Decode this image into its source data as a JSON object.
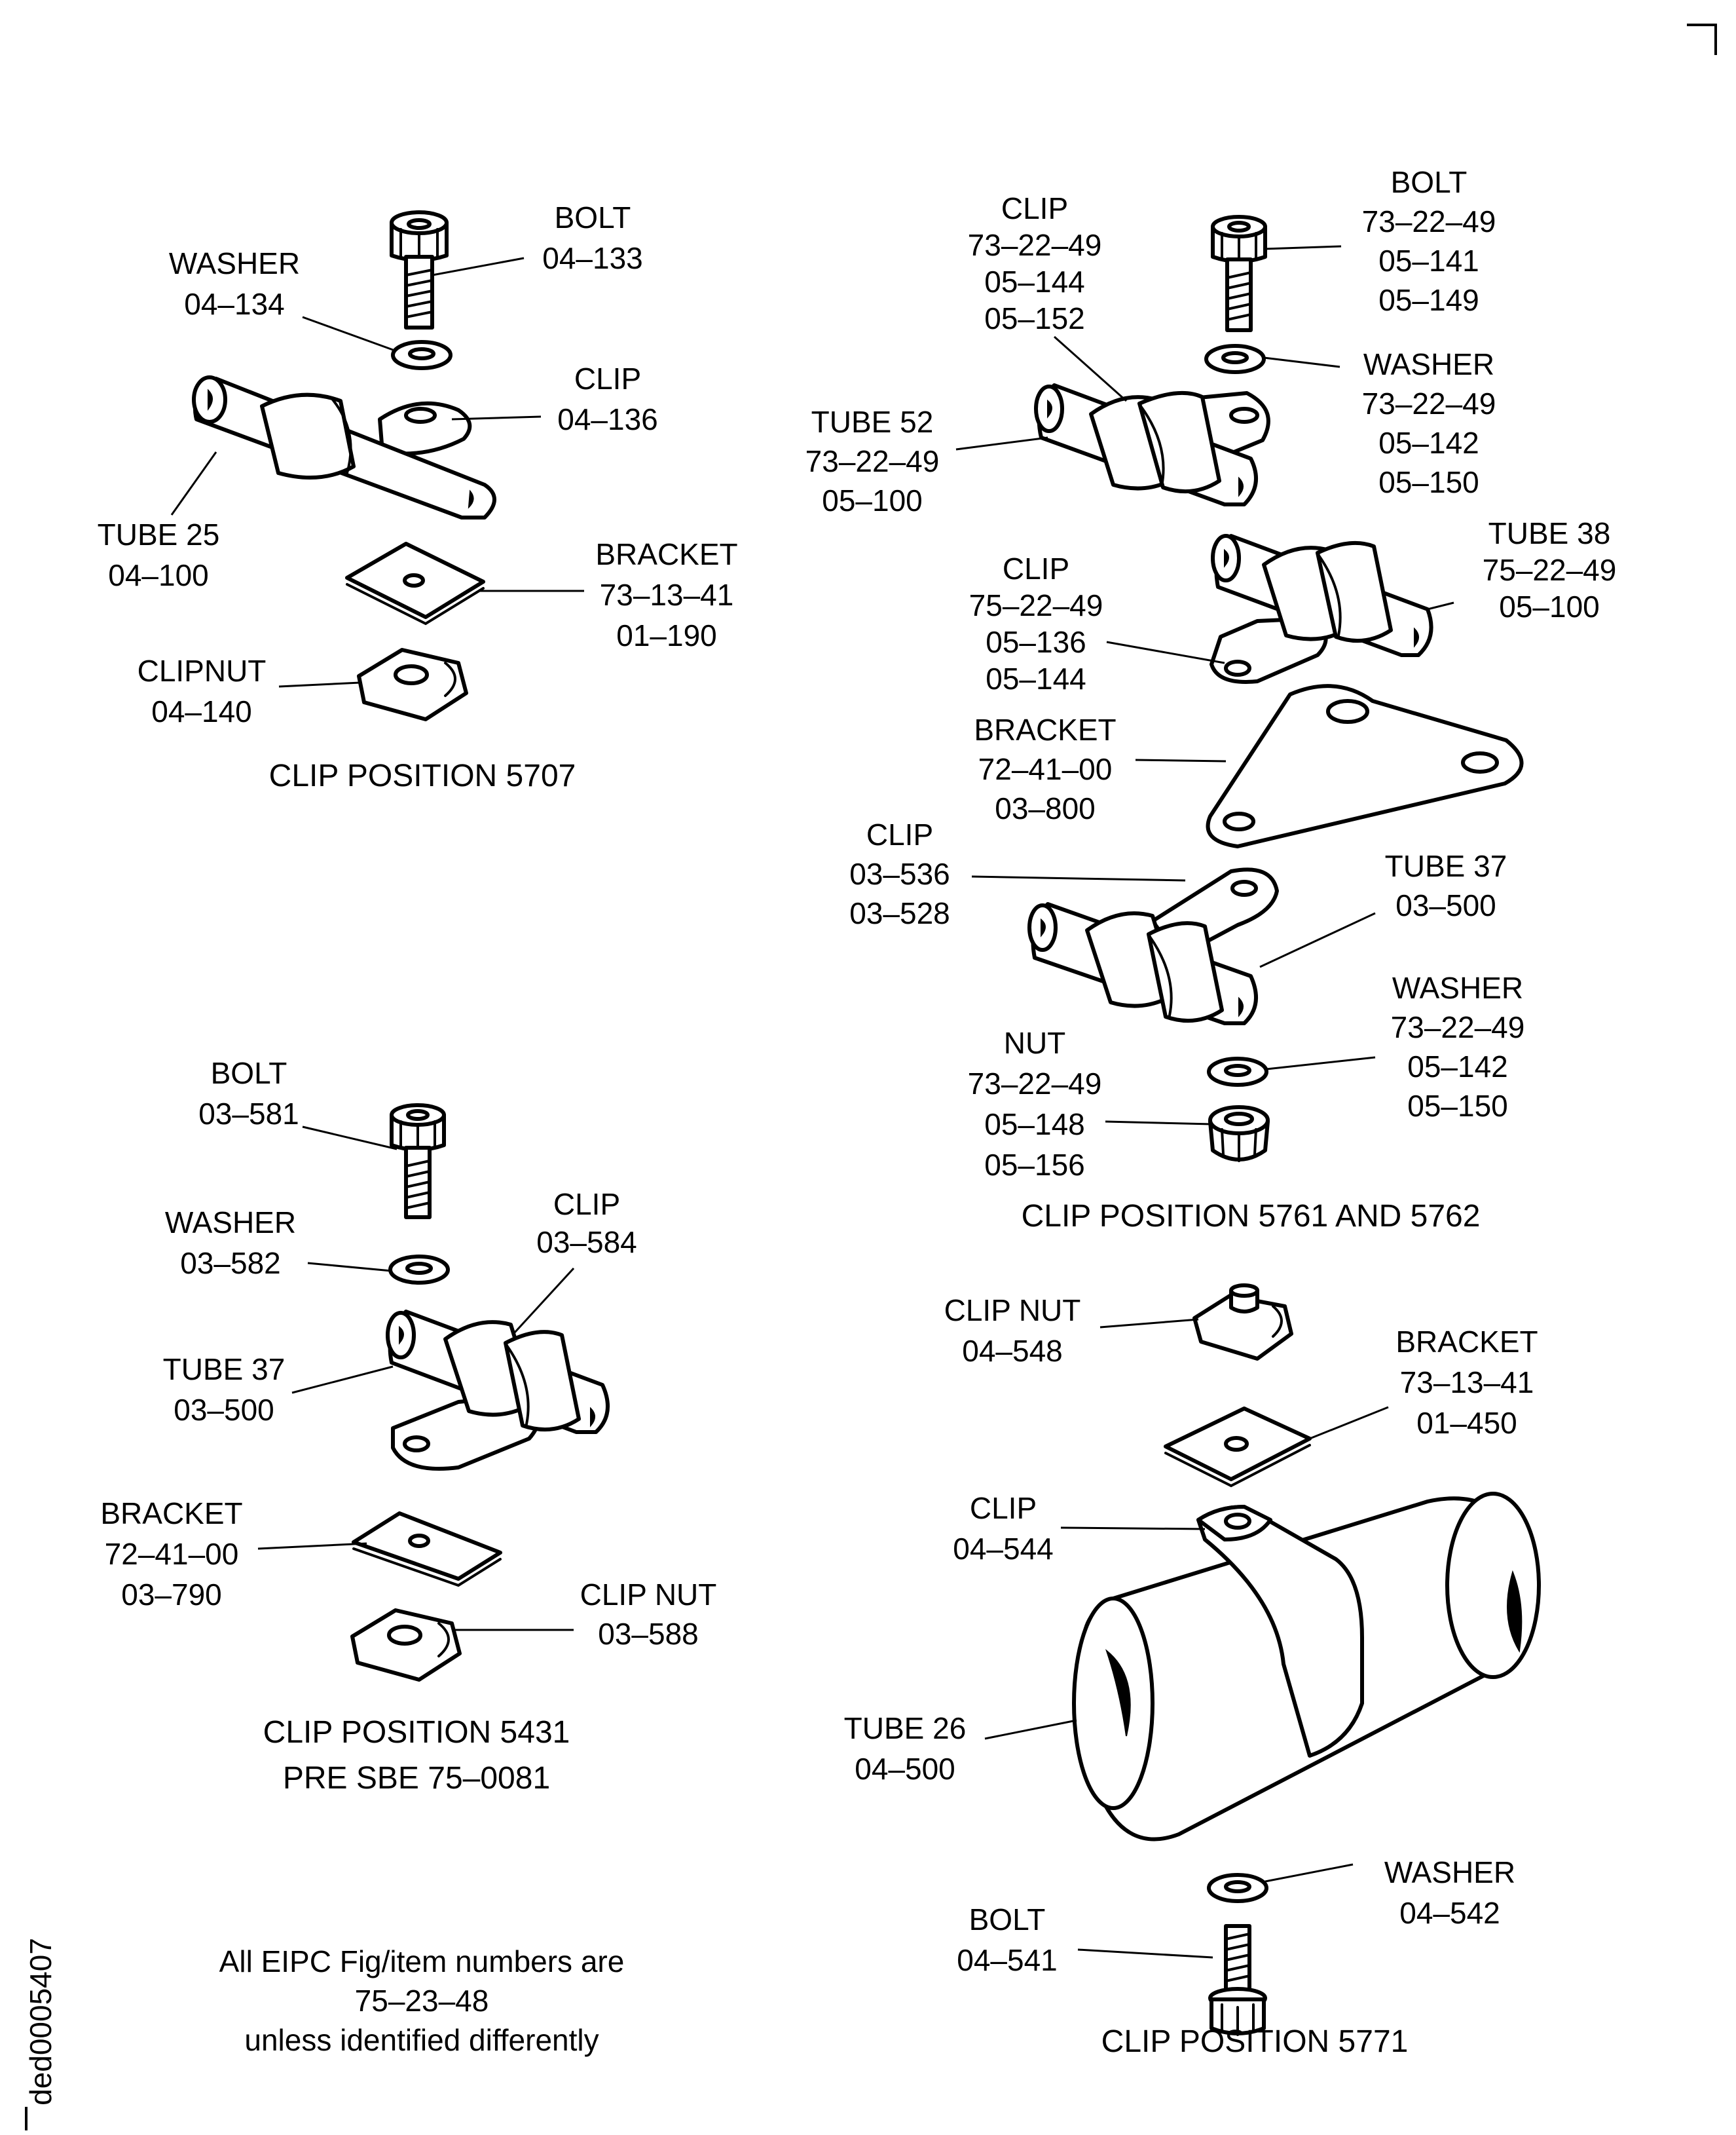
{
  "groups": [
    {
      "id": "5707",
      "title": [
        "CLIP POSITION 5707"
      ],
      "labels": [
        {
          "id": "bolt",
          "lines": [
            "BOLT",
            "04–133"
          ]
        },
        {
          "id": "washer",
          "lines": [
            "WASHER",
            "04–134"
          ]
        },
        {
          "id": "clip",
          "lines": [
            "CLIP",
            "04–136"
          ]
        },
        {
          "id": "tube",
          "lines": [
            "TUBE 25",
            "04–100"
          ]
        },
        {
          "id": "bracket",
          "lines": [
            "BRACKET",
            "73–13–41",
            "01–190"
          ]
        },
        {
          "id": "clipnut",
          "lines": [
            "CLIPNUT",
            "04–140"
          ]
        }
      ]
    },
    {
      "id": "5761-5762",
      "title": [
        "CLIP POSITION 5761 AND 5762"
      ],
      "labels": [
        {
          "id": "clip-top",
          "lines": [
            "CLIP",
            "73–22–49",
            "05–144",
            "05–152"
          ]
        },
        {
          "id": "bolt",
          "lines": [
            "BOLT",
            "73–22–49",
            "05–141",
            "05–149"
          ]
        },
        {
          "id": "washer-top",
          "lines": [
            "WASHER",
            "73–22–49",
            "05–142",
            "05–150"
          ]
        },
        {
          "id": "tube52",
          "lines": [
            "TUBE 52",
            "73–22–49",
            "05–100"
          ]
        },
        {
          "id": "tube38",
          "lines": [
            "TUBE 38",
            "75–22–49",
            "05–100"
          ]
        },
        {
          "id": "clip-mid",
          "lines": [
            "CLIP",
            "75–22–49",
            "05–136",
            "05–144"
          ]
        },
        {
          "id": "bracket",
          "lines": [
            "BRACKET",
            "72–41–00",
            "03–800"
          ]
        },
        {
          "id": "clip-low",
          "lines": [
            "CLIP",
            "03–536",
            "03–528"
          ]
        },
        {
          "id": "tube37",
          "lines": [
            "TUBE 37",
            "03–500"
          ]
        },
        {
          "id": "washer-low",
          "lines": [
            "WASHER",
            "73–22–49",
            "05–142",
            "05–150"
          ]
        },
        {
          "id": "nut",
          "lines": [
            "NUT",
            "73–22–49",
            "05–148",
            "05–156"
          ]
        }
      ]
    },
    {
      "id": "5431",
      "title": [
        "CLIP POSITION 5431",
        "PRE SBE 75–0081"
      ],
      "labels": [
        {
          "id": "bolt",
          "lines": [
            "BOLT",
            "03–581"
          ]
        },
        {
          "id": "washer",
          "lines": [
            "WASHER",
            "03–582"
          ]
        },
        {
          "id": "clip",
          "lines": [
            "CLIP",
            "03–584"
          ]
        },
        {
          "id": "tube37",
          "lines": [
            "TUBE 37",
            "03–500"
          ]
        },
        {
          "id": "bracket",
          "lines": [
            "BRACKET",
            "72–41–00",
            "03–790"
          ]
        },
        {
          "id": "clipnut",
          "lines": [
            "CLIP NUT",
            "03–588"
          ]
        }
      ]
    },
    {
      "id": "5771",
      "title": [
        "CLIP POSITION 5771"
      ],
      "labels": [
        {
          "id": "clipnut",
          "lines": [
            "CLIP NUT",
            "04–548"
          ]
        },
        {
          "id": "bracket",
          "lines": [
            "BRACKET",
            "73–13–41",
            "01–450"
          ]
        },
        {
          "id": "clip",
          "lines": [
            "CLIP",
            "04–544"
          ]
        },
        {
          "id": "tube26",
          "lines": [
            "TUBE 26",
            "04–500"
          ]
        },
        {
          "id": "washer",
          "lines": [
            "WASHER",
            "04–542"
          ]
        },
        {
          "id": "bolt",
          "lines": [
            "BOLT",
            "04–541"
          ]
        }
      ]
    }
  ],
  "note": [
    "All EIPC Fig/item numbers are",
    "75–23–48",
    "unless identified differently"
  ],
  "drawing_id": "ded0005407"
}
